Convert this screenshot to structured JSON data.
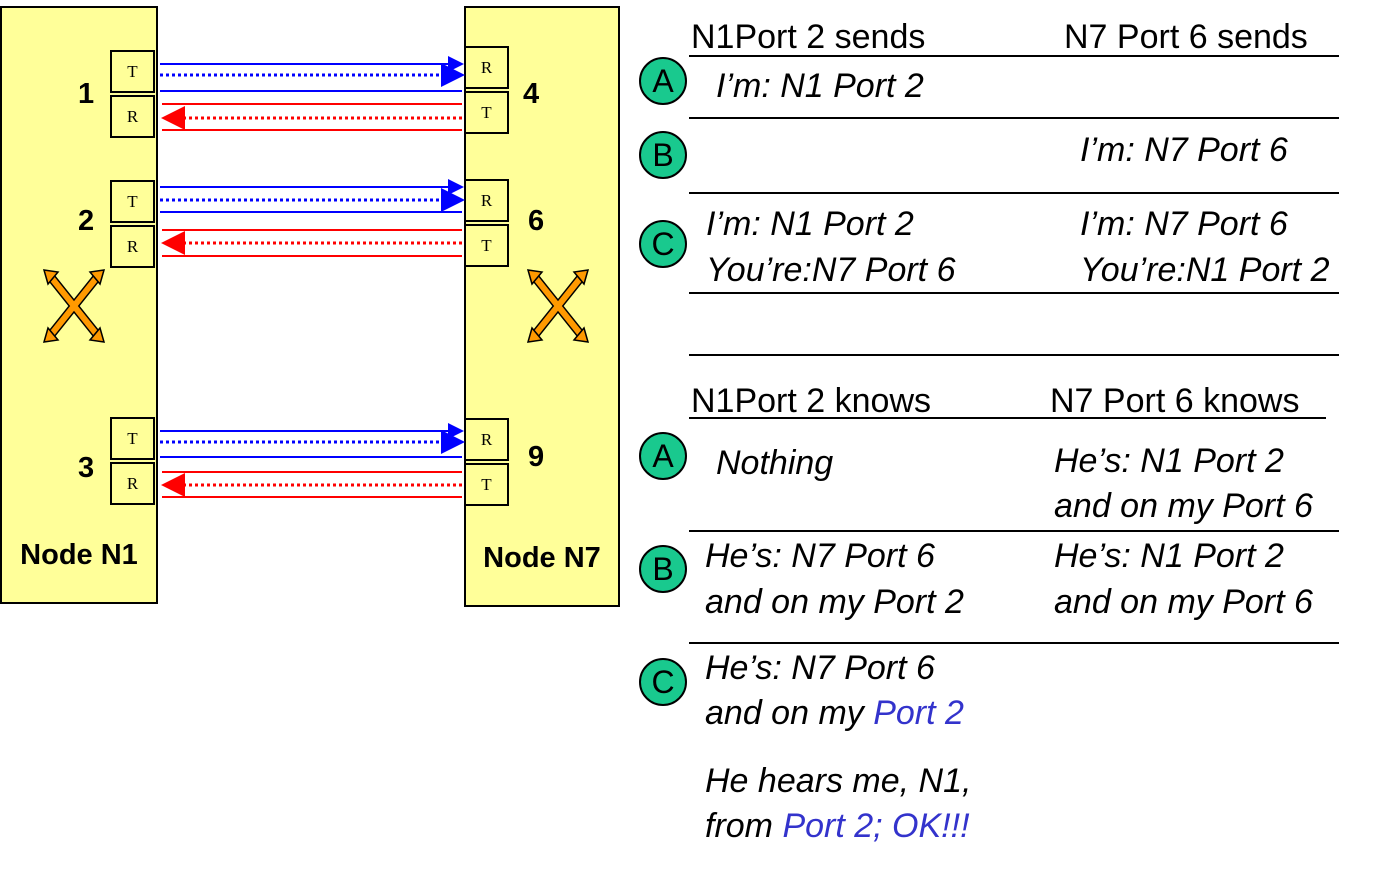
{
  "node_n1": {
    "label": "Node N1",
    "ports": [
      {
        "number": "1",
        "top_box": "T",
        "bottom_box": "R"
      },
      {
        "number": "2",
        "top_box": "T",
        "bottom_box": "R"
      },
      {
        "number": "3",
        "top_box": "T",
        "bottom_box": "R"
      }
    ]
  },
  "node_n7": {
    "label": "Node N7",
    "ports": [
      {
        "number": "4",
        "top_box": "R",
        "bottom_box": "T"
      },
      {
        "number": "6",
        "top_box": "R",
        "bottom_box": "T"
      },
      {
        "number": "9",
        "top_box": "R",
        "bottom_box": "T"
      }
    ]
  },
  "switch_icon": "crossed-arrows-icon",
  "colors": {
    "node_fill": "#ffff99",
    "link_n1_to_n7": "#0000ff",
    "link_n7_to_n1": "#ff0000",
    "badge_fill": "#19c98e",
    "highlight_text": "#3333cc"
  },
  "sends_table": {
    "header_left": "N1Port 2 sends",
    "header_right": "N7 Port 6 sends",
    "rows": [
      {
        "badge": "A",
        "left": [
          "I’m: N1 Port 2"
        ],
        "right": []
      },
      {
        "badge": "B",
        "left": [],
        "right": [
          "I’m: N7 Port 6"
        ]
      },
      {
        "badge": "C",
        "left": [
          "I’m: N1 Port 2",
          "You’re:N7 Port 6"
        ],
        "right": [
          "I’m: N7 Port 6",
          "You’re:N1 Port 2"
        ]
      }
    ]
  },
  "knows_table": {
    "header_left": "N1Port 2 knows",
    "header_right": "N7 Port 6 knows",
    "rows": [
      {
        "badge": "A",
        "left": [
          "Nothing"
        ],
        "right": [
          "He’s: N1 Port 2",
          "and on my Port 6"
        ]
      },
      {
        "badge": "B",
        "left": [
          "He’s: N7 Port 6",
          "and on my Port 2"
        ],
        "right": [
          "He’s: N1 Port 2",
          "and on my Port 6"
        ]
      },
      {
        "badge": "C",
        "left_line1": "He’s: N7 Port 6",
        "left_line2_plain": "and on my ",
        "left_line2_highlight": "Port 2",
        "note_line1": "He hears me, N1,",
        "note_line2_plain": "from ",
        "note_line2_highlight": "Port 2; OK!!!"
      }
    ]
  }
}
